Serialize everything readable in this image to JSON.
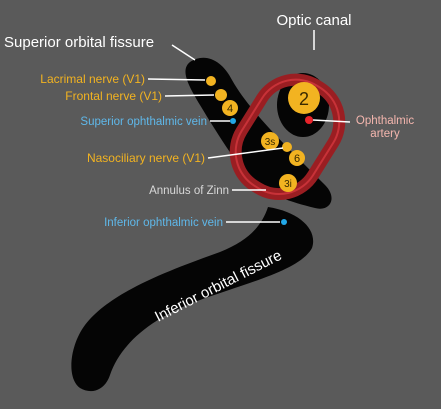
{
  "title": "",
  "colors": {
    "background_panel": "#5a5a5a",
    "fissure": "#050505",
    "annulus": "#9a1e22",
    "nerve": "#f2b321",
    "vein": "#22a8e8",
    "artery": "#e8232a",
    "label_white": "#ffffff",
    "label_yellow": "#f2b321",
    "label_blue": "#5fb8ea",
    "label_grey": "#d8d8d8",
    "label_pink": "#f4b6ae"
  },
  "labels": {
    "optic_canal": "Optic canal",
    "superior_orbital_fissure": "Superior orbital fissure",
    "lacrimal_nerve": "Lacrimal nerve (V1)",
    "frontal_nerve": "Frontal nerve (V1)",
    "superior_ophthalmic_vein": "Superior ophthalmic vein",
    "ophthalmic_artery_line1": "Ophthalmic",
    "ophthalmic_artery_line2": "artery",
    "nasociliary_nerve": "Nasociliary nerve (V1)",
    "annulus_of_zinn": "Annulus of Zinn",
    "inferior_ophthalmic_vein": "Inferior ophthalmic vein",
    "inferior_orbital_fissure": "Inferior orbital fissure"
  },
  "nerve_markers": {
    "optic": "2",
    "trochlear": "4",
    "oculomotor_superior": "3s",
    "abducens": "6",
    "oculomotor_inferior": "3i"
  }
}
